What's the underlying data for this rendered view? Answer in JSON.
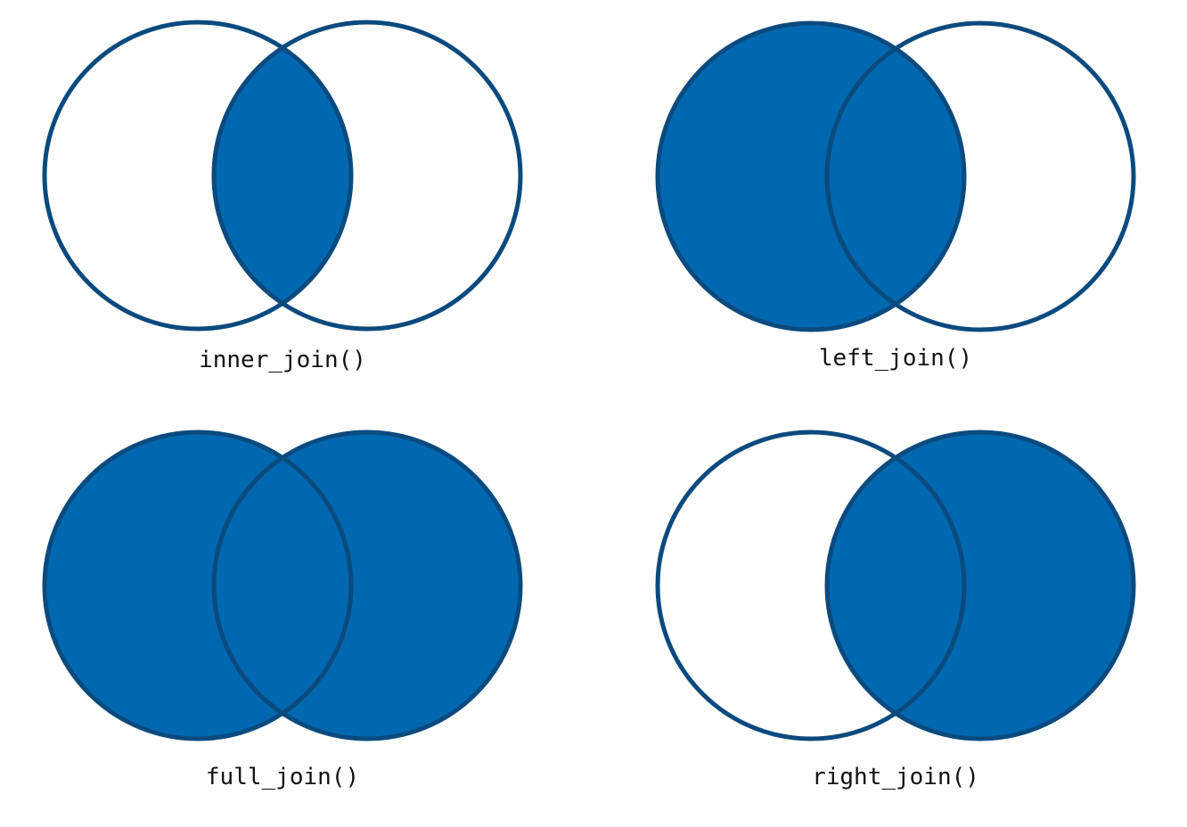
{
  "colors": {
    "fill": "#0068b0",
    "stroke": "#0b4a7e",
    "background": "#ffffff"
  },
  "panels": [
    {
      "id": "inner",
      "label": "inner_join()",
      "fill_left": false,
      "fill_right": false,
      "fill_intersection": true
    },
    {
      "id": "left",
      "label": "left_join()",
      "fill_left": true,
      "fill_right": false,
      "fill_intersection": true
    },
    {
      "id": "full",
      "label": "full_join()",
      "fill_left": true,
      "fill_right": true,
      "fill_intersection": true
    },
    {
      "id": "right",
      "label": "right_join()",
      "fill_left": false,
      "fill_right": true,
      "fill_intersection": true
    }
  ]
}
